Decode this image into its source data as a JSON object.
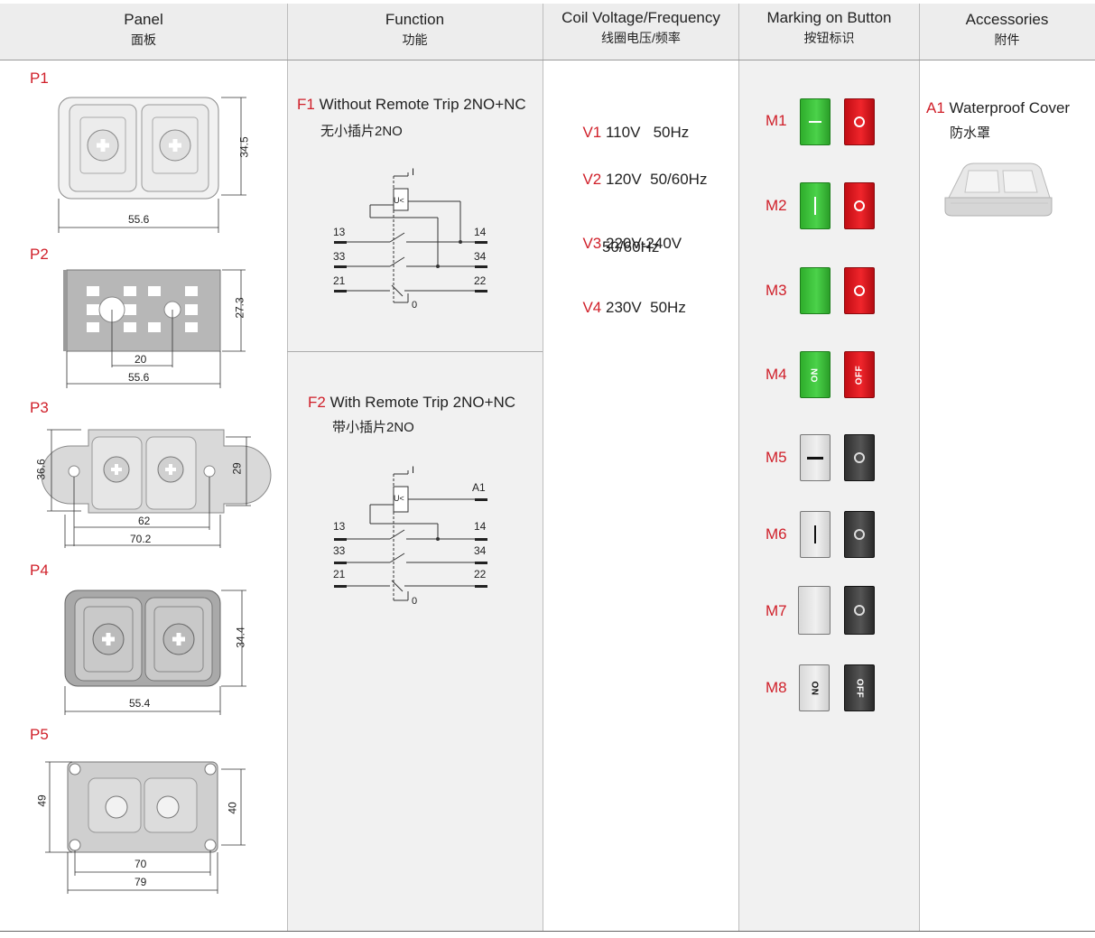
{
  "header": {
    "panel": {
      "en": "Panel",
      "zh": "面板"
    },
    "function": {
      "en": "Function",
      "zh": "功能"
    },
    "coil": {
      "en": "Coil Voltage/Frequency",
      "zh": "线圈电压/频率"
    },
    "marking": {
      "en": "Marking on Button",
      "zh": "按钮标识"
    },
    "accessories": {
      "en": "Accessories",
      "zh": "附件"
    }
  },
  "panels": [
    {
      "code": "P1",
      "dims": {
        "width": "55.6",
        "height": "34.5"
      }
    },
    {
      "code": "P2",
      "dims": {
        "width": "55.6",
        "height": "27.3",
        "hole_spacing": "20"
      }
    },
    {
      "code": "P3",
      "dims": {
        "inner_width": "62",
        "width": "70.2",
        "height_left": "36.6",
        "height_right": "29"
      }
    },
    {
      "code": "P4",
      "dims": {
        "width": "55.4",
        "height": "34.4"
      }
    },
    {
      "code": "P5",
      "dims": {
        "inner_width": "70",
        "width": "79",
        "height_left": "49",
        "height_right": "40"
      }
    }
  ],
  "functions": [
    {
      "code": "F1",
      "title": "Without Remote Trip  2NO+NC",
      "zh": "无小插片2NO",
      "diagram": {
        "coil": "U<",
        "top": "I",
        "bottom": "0",
        "left_terms": [
          "13",
          "33",
          "21"
        ],
        "right_terms": [
          "14",
          "34",
          "22"
        ],
        "extra_term": ""
      }
    },
    {
      "code": "F2",
      "title": "With Remote Trip 2NO+NC",
      "zh": "带小插片2NO",
      "diagram": {
        "coil": "U<",
        "top": "I",
        "bottom": "0",
        "left_terms": [
          "13",
          "33",
          "21"
        ],
        "right_terms": [
          "14",
          "34",
          "22"
        ],
        "extra_term": "A1"
      }
    }
  ],
  "voltages": [
    {
      "code": "V1",
      "line1": "110V   50Hz",
      "line2": ""
    },
    {
      "code": "V2",
      "line1": "120V  50/60Hz",
      "line2": ""
    },
    {
      "code": "V3",
      "line1": "220V-240V",
      "line2": "50/60Hz"
    },
    {
      "code": "V4",
      "line1": "230V  50Hz",
      "line2": ""
    }
  ],
  "markings": [
    {
      "code": "M1",
      "on": {
        "color": "green",
        "symbol": "dash"
      },
      "off": {
        "color": "red",
        "symbol": "ring"
      }
    },
    {
      "code": "M2",
      "on": {
        "color": "green",
        "symbol": "bar"
      },
      "off": {
        "color": "red",
        "symbol": "ring"
      }
    },
    {
      "code": "M3",
      "on": {
        "color": "green",
        "symbol": "none"
      },
      "off": {
        "color": "red",
        "symbol": "ring"
      }
    },
    {
      "code": "M4",
      "on": {
        "color": "green",
        "symbol": "text",
        "text": "ON"
      },
      "off": {
        "color": "red",
        "symbol": "text",
        "text": "OFF"
      }
    },
    {
      "code": "M5",
      "on": {
        "color": "grey",
        "symbol": "dash"
      },
      "off": {
        "color": "black",
        "symbol": "ring"
      }
    },
    {
      "code": "M6",
      "on": {
        "color": "grey",
        "symbol": "bar"
      },
      "off": {
        "color": "black",
        "symbol": "ring"
      }
    },
    {
      "code": "M7",
      "on": {
        "color": "grey",
        "symbol": "none"
      },
      "off": {
        "color": "black",
        "symbol": "ring"
      }
    },
    {
      "code": "M8",
      "on": {
        "color": "grey",
        "symbol": "text",
        "text": "ON"
      },
      "off": {
        "color": "black",
        "symbol": "text",
        "text": "OFF"
      }
    }
  ],
  "accessories": [
    {
      "code": "A1",
      "title": "Waterproof Cover",
      "zh": "防水罩"
    }
  ],
  "colors": {
    "accent_red": "#d0202a",
    "header_bg": "#ededed",
    "shade_bg": "#f1f1f1",
    "button_green": "#3cc23a",
    "button_red": "#e3171e",
    "button_grey": "#e6e6e6",
    "button_black": "#3c3c3c"
  }
}
